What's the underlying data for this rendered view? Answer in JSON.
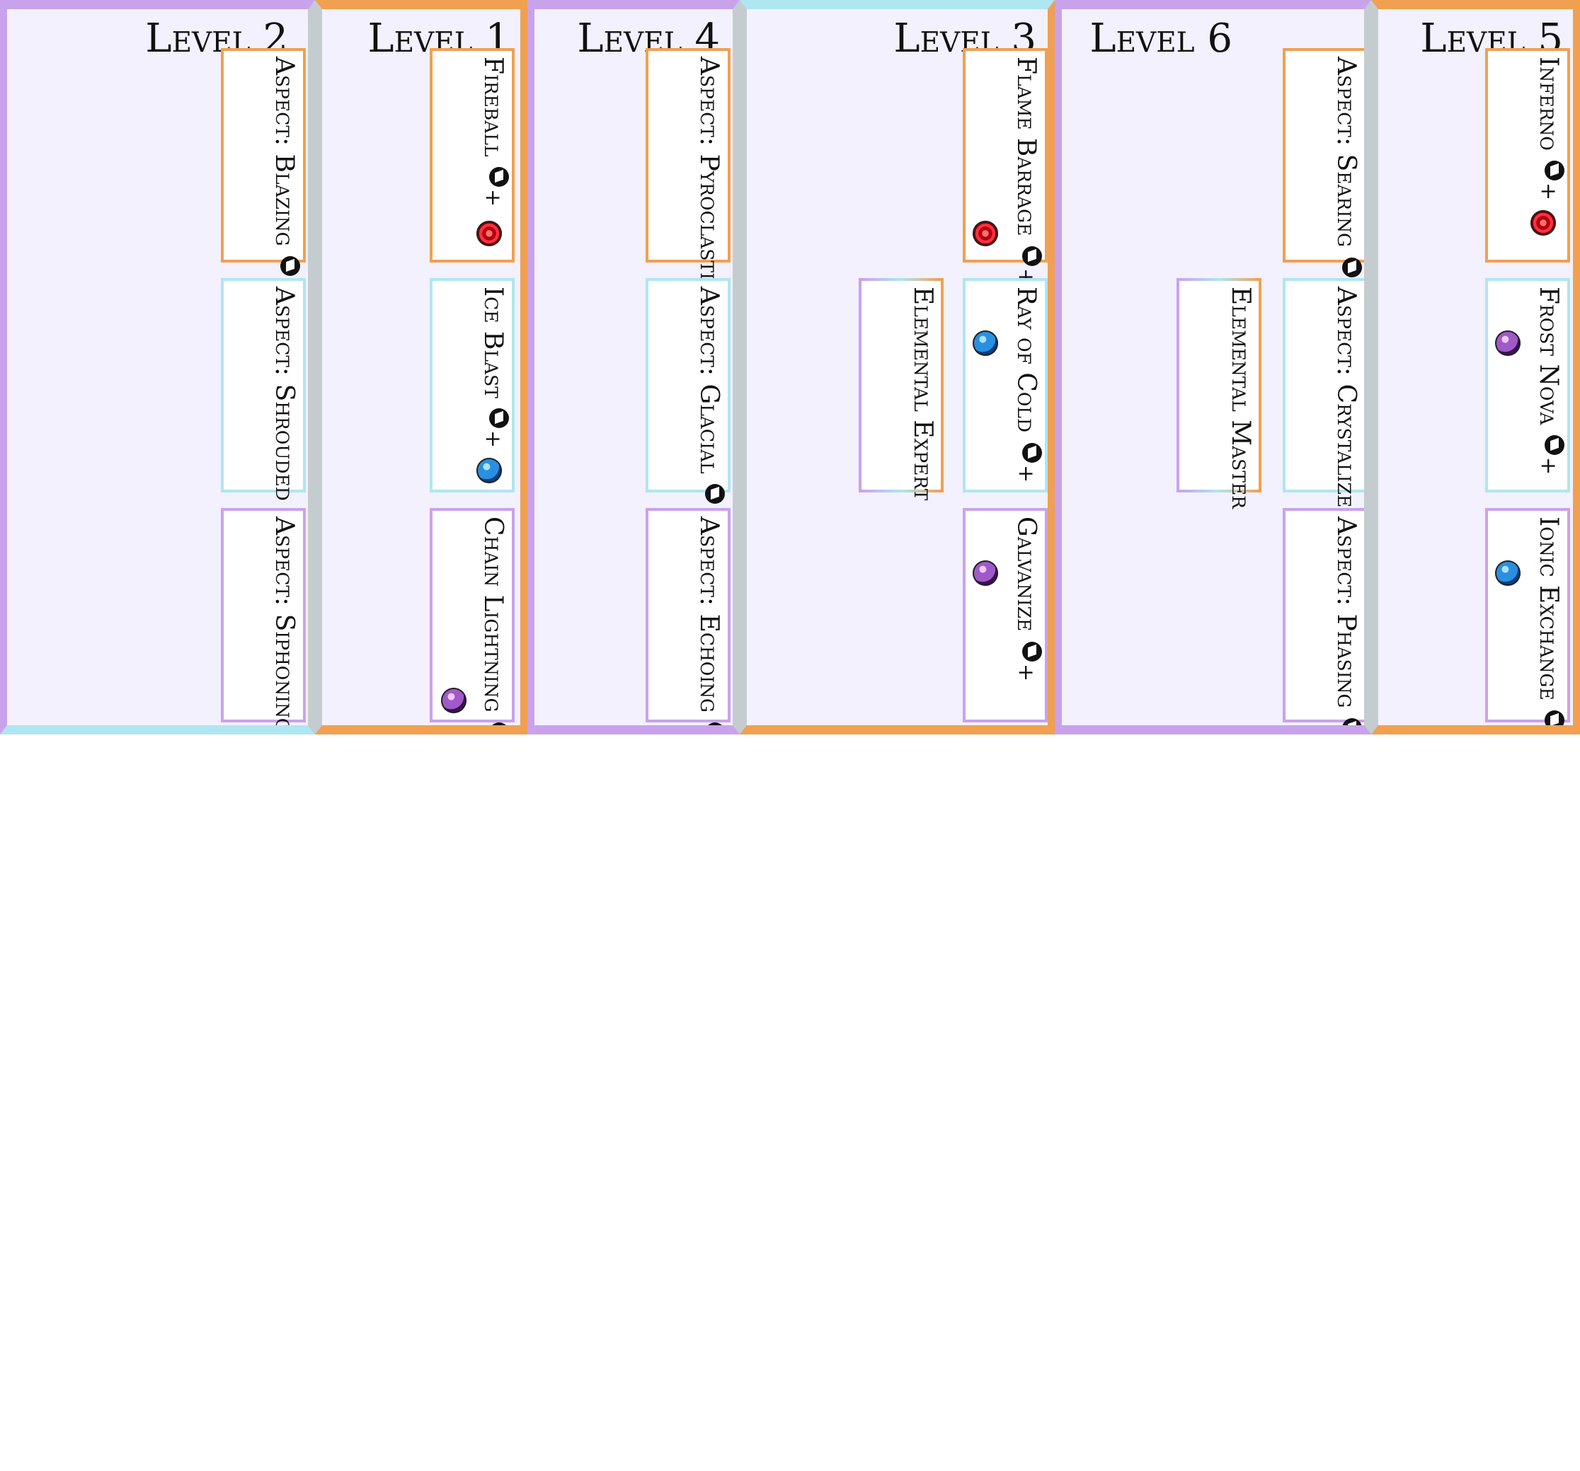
{
  "colors": {
    "orange": "#f0a050",
    "cyan": "#aee6f2",
    "purple": "#c9a2ec",
    "divider": "#c4ccd0",
    "panel_bg": "#f3f1fd"
  },
  "panels": [
    {
      "title": "Level 2",
      "cards": [
        {
          "text": "Aspect: Blazing",
          "icon": "book-icon"
        },
        {
          "text": "Aspect: Shrouded",
          "icon": "book-icon"
        },
        {
          "text": "Aspect: Siphoning",
          "icon": "book-icon"
        }
      ]
    },
    {
      "title": "Level 1",
      "cards": [
        {
          "text": "Fireball",
          "icon": "book-icon",
          "gem": "red-gem"
        },
        {
          "text": "Ice Blast",
          "icon": "book-icon",
          "gem": "blue-gem"
        },
        {
          "text": "Chain Lightning",
          "icon": "book-icon",
          "gem": "purple-gem"
        }
      ]
    },
    {
      "title": "Level 4",
      "cards": [
        {
          "text": "Aspect: Pyroclastic",
          "icon": "book-icon"
        },
        {
          "text": "Aspect: Glacial",
          "icon": "book-icon"
        },
        {
          "text": "Aspect: Echoing",
          "icon": "book-icon"
        }
      ]
    },
    {
      "title": "Level 3",
      "cards": [
        {
          "text": "Flame Barrage",
          "icon": "book-icon",
          "gem": "red-gem"
        },
        {
          "text": "Ray of Cold",
          "icon": "book-icon",
          "gem": "blue-gem"
        },
        {
          "text": "Galvanize",
          "icon": "book-icon",
          "gem": "purple-gem"
        },
        {
          "text": "Elemental Expert"
        }
      ]
    },
    {
      "title": "Level 6",
      "cards": [
        {
          "text": "Aspect: Searing",
          "icon": "book-icon"
        },
        {
          "text": "Aspect: Crystalized",
          "icon": "book-icon"
        },
        {
          "text": "Aspect: Phasing",
          "icon": "book-icon"
        },
        {
          "text": "Elemental Master"
        }
      ]
    },
    {
      "title": "Level 5",
      "cards": [
        {
          "text": "Inferno",
          "icon": "book-icon",
          "gem": "red-gem"
        },
        {
          "text": "Frost Nova",
          "icon": "book-icon",
          "gem": "purple-gem"
        },
        {
          "text": "Ionic Exchange",
          "icon": "book-icon",
          "gem": "blue-gem"
        }
      ]
    }
  ]
}
